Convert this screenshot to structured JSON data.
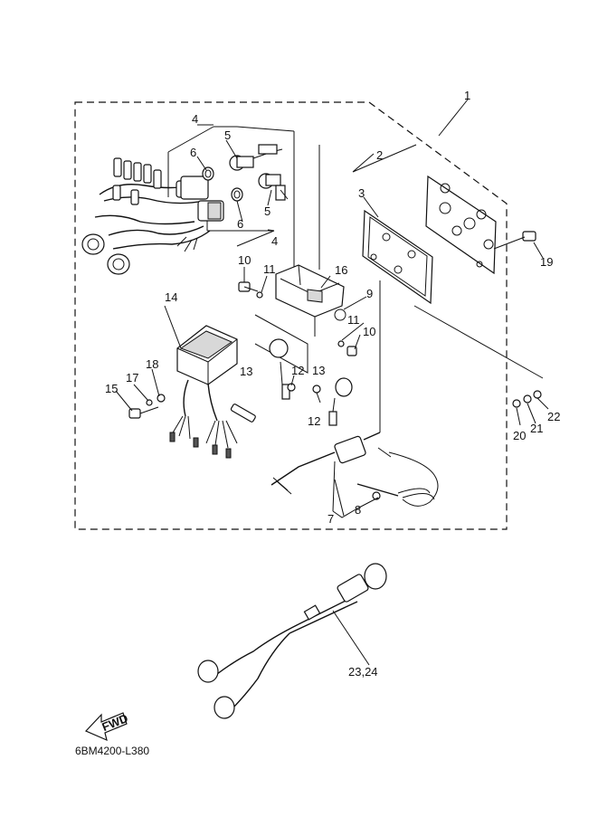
{
  "diagram": {
    "part_code": "6BM4200-L380",
    "fwd_label": "FWD",
    "callouts": {
      "c1": "1",
      "c2": "2",
      "c3": "3",
      "c4a": "4",
      "c4b": "4",
      "c5a": "5",
      "c5b": "5",
      "c6a": "6",
      "c6b": "6",
      "c7": "7",
      "c8": "8",
      "c9": "9",
      "c10a": "10",
      "c10b": "10",
      "c11a": "11",
      "c11b": "11",
      "c12a": "12",
      "c12b": "12",
      "c13a": "13",
      "c13b": "13",
      "c14": "14",
      "c15": "15",
      "c16": "16",
      "c17": "17",
      "c18": "18",
      "c19": "19",
      "c20": "20",
      "c21": "21",
      "c22": "22",
      "c2324": "23,24"
    }
  }
}
